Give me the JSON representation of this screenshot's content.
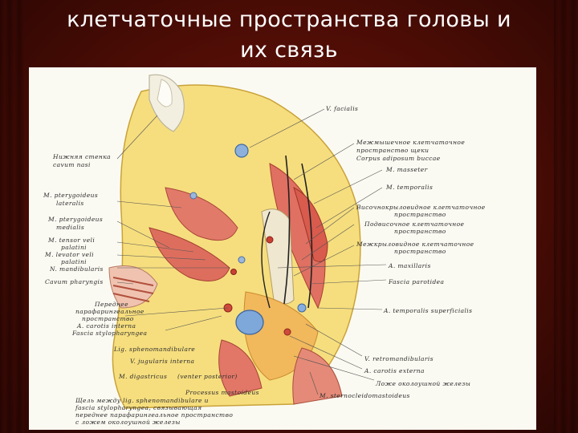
{
  "slide": {
    "title_line1": "клетчаточные пространства головы и",
    "title_line2": "их связь"
  },
  "figure": {
    "labels_right": [
      "V. facialis",
      "Межмышечное клетчаточное",
      "пространство щеки",
      "Corpus adiposum buccae",
      "M. masseter",
      "M. temporalis",
      "Височнокрыловидное клетчаточное",
      "пространство",
      "Подвисочное клетчаточное",
      "пространство",
      "Межкрыловидное клетчаточное",
      "пространство",
      "A. maxillaris",
      "Fascia parotidea",
      "A. temporalis superficialis",
      "V. retromandibularis",
      "A. carotis externa",
      "Ложе околоушной железы",
      "M. sternocleidomastoideus"
    ],
    "labels_left": [
      "Нижняя стенка",
      "cavum nasi",
      "M. pterygoideus",
      "lateralis",
      "M. pterygoideus",
      "medialis",
      "M. tensor veli",
      "palatini",
      "M. levator veli",
      "palatini",
      "N. mandibularis",
      "Cavum pharyngis",
      "Переднее",
      "парафарингеальное",
      "пространство",
      "A. carotis interna",
      "Fascia stylopharyngea"
    ],
    "labels_bottom": [
      "Lig. sphenomandibulare",
      "V. jugularis interna",
      "M. digastricus",
      "(venter posterior)",
      "Processus mastoideus",
      "Щель между lig. sphenomandibulare и",
      "fascia stylopharyngea, связывающая",
      "переднее парафарингеальное пространство",
      "с ложем околоушной железы"
    ]
  }
}
